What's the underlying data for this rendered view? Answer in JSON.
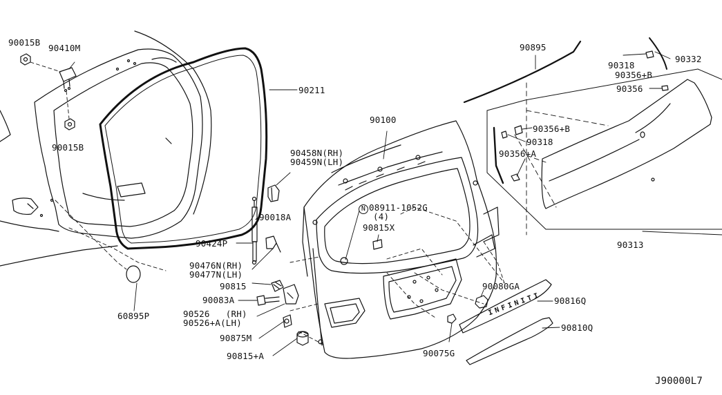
{
  "diagram": {
    "code": "J90000L7",
    "parts": {
      "p90015B_top": "90015B",
      "p90410M": "90410M",
      "p90015B_bottom": "90015B",
      "p90211": "90211",
      "p90100": "90100",
      "p90458N": "90458N(RH)",
      "p90459N": "90459N(LH)",
      "p90018A": "90018A",
      "p90424P": "90424P",
      "p90476N": "90476N(RH)",
      "p90477N": "90477N(LH)",
      "p90815": "90815",
      "p90083A": "90083A",
      "p90526": "90526   (RH)",
      "p90526A": "90526+A(LH)",
      "p90875M": "90875M",
      "p90815A": "90815+A",
      "p60895P": "60895P",
      "p08911_circle": "N",
      "p08911": "08911-1052G",
      "p08911_qty": "(4)",
      "p90815X": "90815X",
      "p90080GA": "90080GA",
      "p90816Q": "90816Q",
      "p90810Q": "90810Q",
      "p90075G": "90075G",
      "p90895": "90895",
      "p90318_top": "90318",
      "p90332": "90332",
      "p90356B_top": "90356+B",
      "p90356": "90356",
      "p90356B_mid": "90356+B",
      "p90318_mid": "90318",
      "p90356A": "90356+A",
      "p90313": "90313"
    },
    "garnish_lettering": "INFINITI"
  }
}
